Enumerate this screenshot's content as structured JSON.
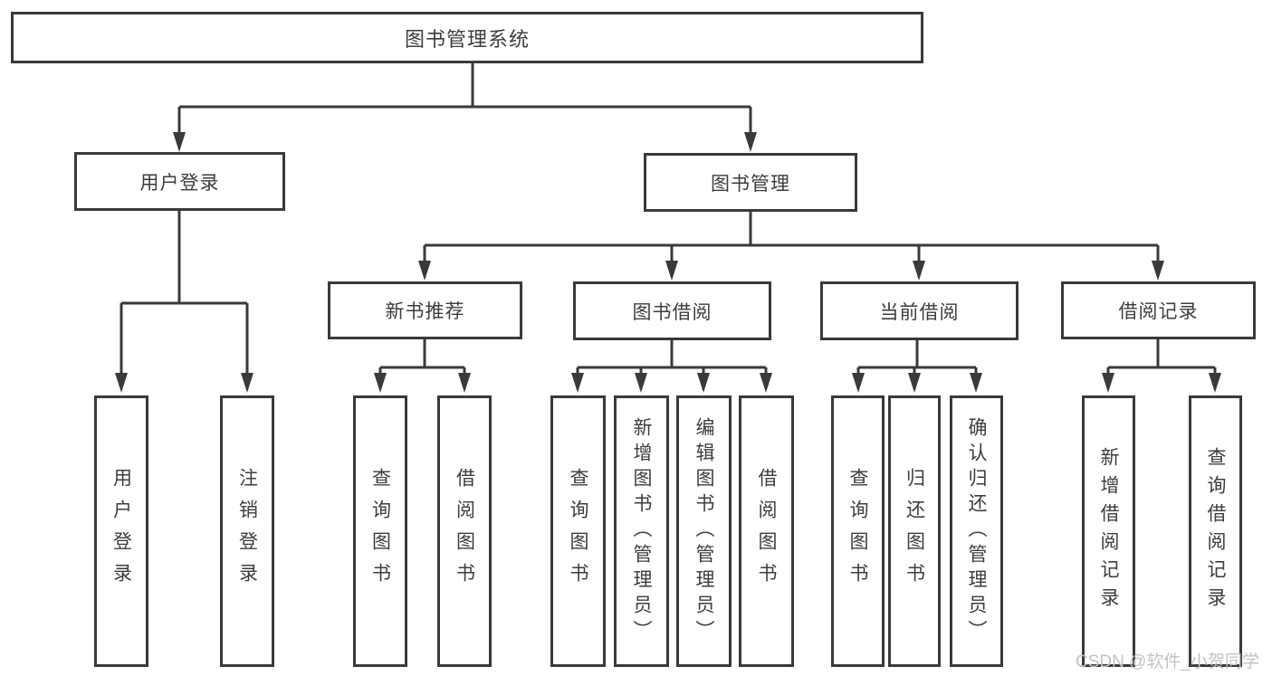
{
  "diagram": {
    "root": {
      "label": "图书管理系统"
    },
    "branches": [
      {
        "label": "用户登录",
        "children": [
          {
            "label": "用户登录"
          },
          {
            "label": "注销登录"
          }
        ]
      },
      {
        "label": "图书管理",
        "children": [
          {
            "label": "新书推荐",
            "children": [
              {
                "label": "查询图书"
              },
              {
                "label": "借阅图书"
              }
            ]
          },
          {
            "label": "图书借阅",
            "children": [
              {
                "label": "查询图书"
              },
              {
                "label": "新增图书（管理员）"
              },
              {
                "label": "编辑图书（管理员）"
              },
              {
                "label": "借阅图书"
              }
            ]
          },
          {
            "label": "当前借阅",
            "children": [
              {
                "label": "查询图书"
              },
              {
                "label": "归还图书"
              },
              {
                "label": "确认归还（管理员）"
              }
            ]
          },
          {
            "label": "借阅记录",
            "children": [
              {
                "label": "新增借阅记录"
              },
              {
                "label": "查询借阅记录"
              }
            ]
          }
        ]
      }
    ],
    "watermark": "CSDN @软件_小贺同学",
    "colors": {
      "line": "#3a3a3a",
      "text": "#3d3d3d",
      "watermark": "#c2c2c2",
      "background": "#ffffff"
    }
  }
}
